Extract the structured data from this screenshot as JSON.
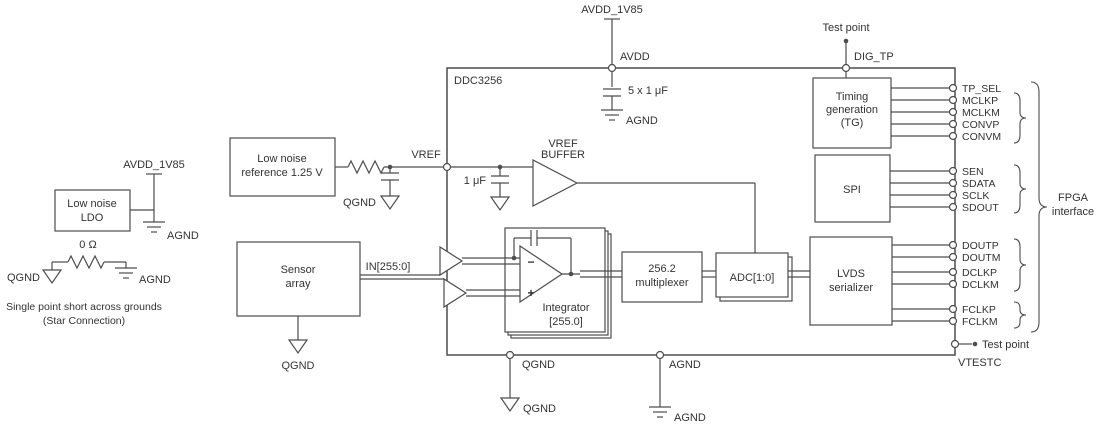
{
  "chip": {
    "name": "DDC3256"
  },
  "top": {
    "rail": "AVDD_1V85",
    "avdd": "AVDD",
    "cap": "5 x 1 μF",
    "agnd": "AGND",
    "test_point": "Test point",
    "dig_tp": "DIG_TP"
  },
  "ldo": {
    "rail": "AVDD_1V85",
    "line1": "Low noise",
    "line2": "LDO",
    "agnd": "AGND"
  },
  "star": {
    "resistor": "0 Ω",
    "qgnd": "QGND",
    "agnd": "AGND",
    "caption1": "Single point short across grounds",
    "caption2": "(Star Connection)"
  },
  "reference": {
    "line1": "Low noise",
    "line2": "reference 1.25 V",
    "vref": "VREF",
    "qgnd": "QGND"
  },
  "buffer": {
    "line1": "VREF",
    "line2": "BUFFER",
    "cap": "1 μF"
  },
  "sensor": {
    "line1": "Sensor",
    "line2": "array",
    "bus": "IN[255:0]",
    "qgnd": "QGND"
  },
  "integrator": {
    "line1": "Integrator",
    "line2": "[255.0]",
    "minus": "−",
    "plus": "+"
  },
  "mux": {
    "line1": "256.2",
    "line2": "multiplexer"
  },
  "adc": {
    "label": "ADC[1:0]"
  },
  "lvds": {
    "line1": "LVDS",
    "line2": "serializer"
  },
  "spi": {
    "label": "SPI"
  },
  "tg": {
    "line1": "Timing",
    "line2": "generation",
    "line3": "(TG)"
  },
  "pins": {
    "tg": [
      "TP_SEL",
      "MCLKP",
      "MCLKM",
      "CONVP",
      "CONVM"
    ],
    "spi": [
      "SEN",
      "SDATA",
      "SCLK",
      "SDOUT"
    ],
    "lvds_data": [
      "DOUTP",
      "DOUTM",
      "DCLKP",
      "DCLKM"
    ],
    "lvds_frame": [
      "FCLKP",
      "FCLKM"
    ]
  },
  "fpga": {
    "line1": "FPGA",
    "line2": "interface"
  },
  "bottom": {
    "qgnd_node": "QGND",
    "qgnd_gnd": "QGND",
    "agnd_node": "AGND",
    "agnd_gnd": "AGND",
    "vtestc": "VTESTC",
    "test_point": "Test point"
  }
}
